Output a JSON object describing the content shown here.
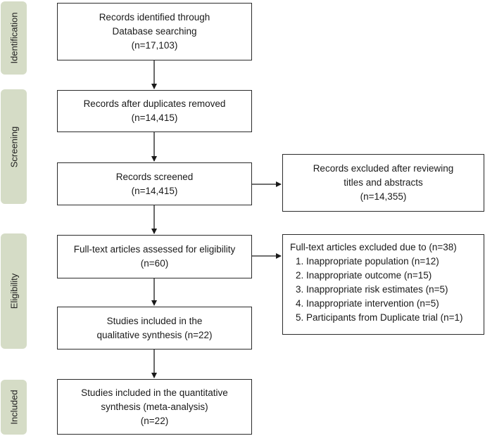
{
  "phases": {
    "identification": "Identification",
    "screening": "Screening",
    "eligibility": "Eligibility",
    "included": "Included"
  },
  "boxes": {
    "identified": {
      "line1": "Records identified through",
      "line2": "Database searching",
      "line3": "(n=17,103)"
    },
    "duplicates_removed": {
      "line1": "Records after duplicates removed",
      "line2": "(n=14,415)"
    },
    "screened": {
      "line1": "Records screened",
      "line2": "(n=14,415)"
    },
    "excluded_screening": {
      "line1": "Records excluded after reviewing",
      "line2": "titles and abstracts",
      "line3": "(n=14,355)"
    },
    "fulltext_assessed": {
      "line1": "Full-text articles assessed for eligibility",
      "line2": "(n=60)"
    },
    "fulltext_excluded": {
      "heading": "Full-text articles excluded due to (n=38)",
      "reasons": [
        "1. Inappropriate population (n=12)",
        "2. Inappropriate outcome (n=15)",
        "3. Inappropriate risk estimates (n=5)",
        "4. Inappropriate intervention (n=5)",
        "5. Participants from Duplicate trial (n=1)"
      ]
    },
    "qualitative": {
      "line1": "Studies included in the",
      "line2": "qualitative synthesis (n=22)"
    },
    "quantitative": {
      "line1": "Studies included in the quantitative",
      "line2": "synthesis (meta-analysis)",
      "line3": "(n=22)"
    }
  }
}
